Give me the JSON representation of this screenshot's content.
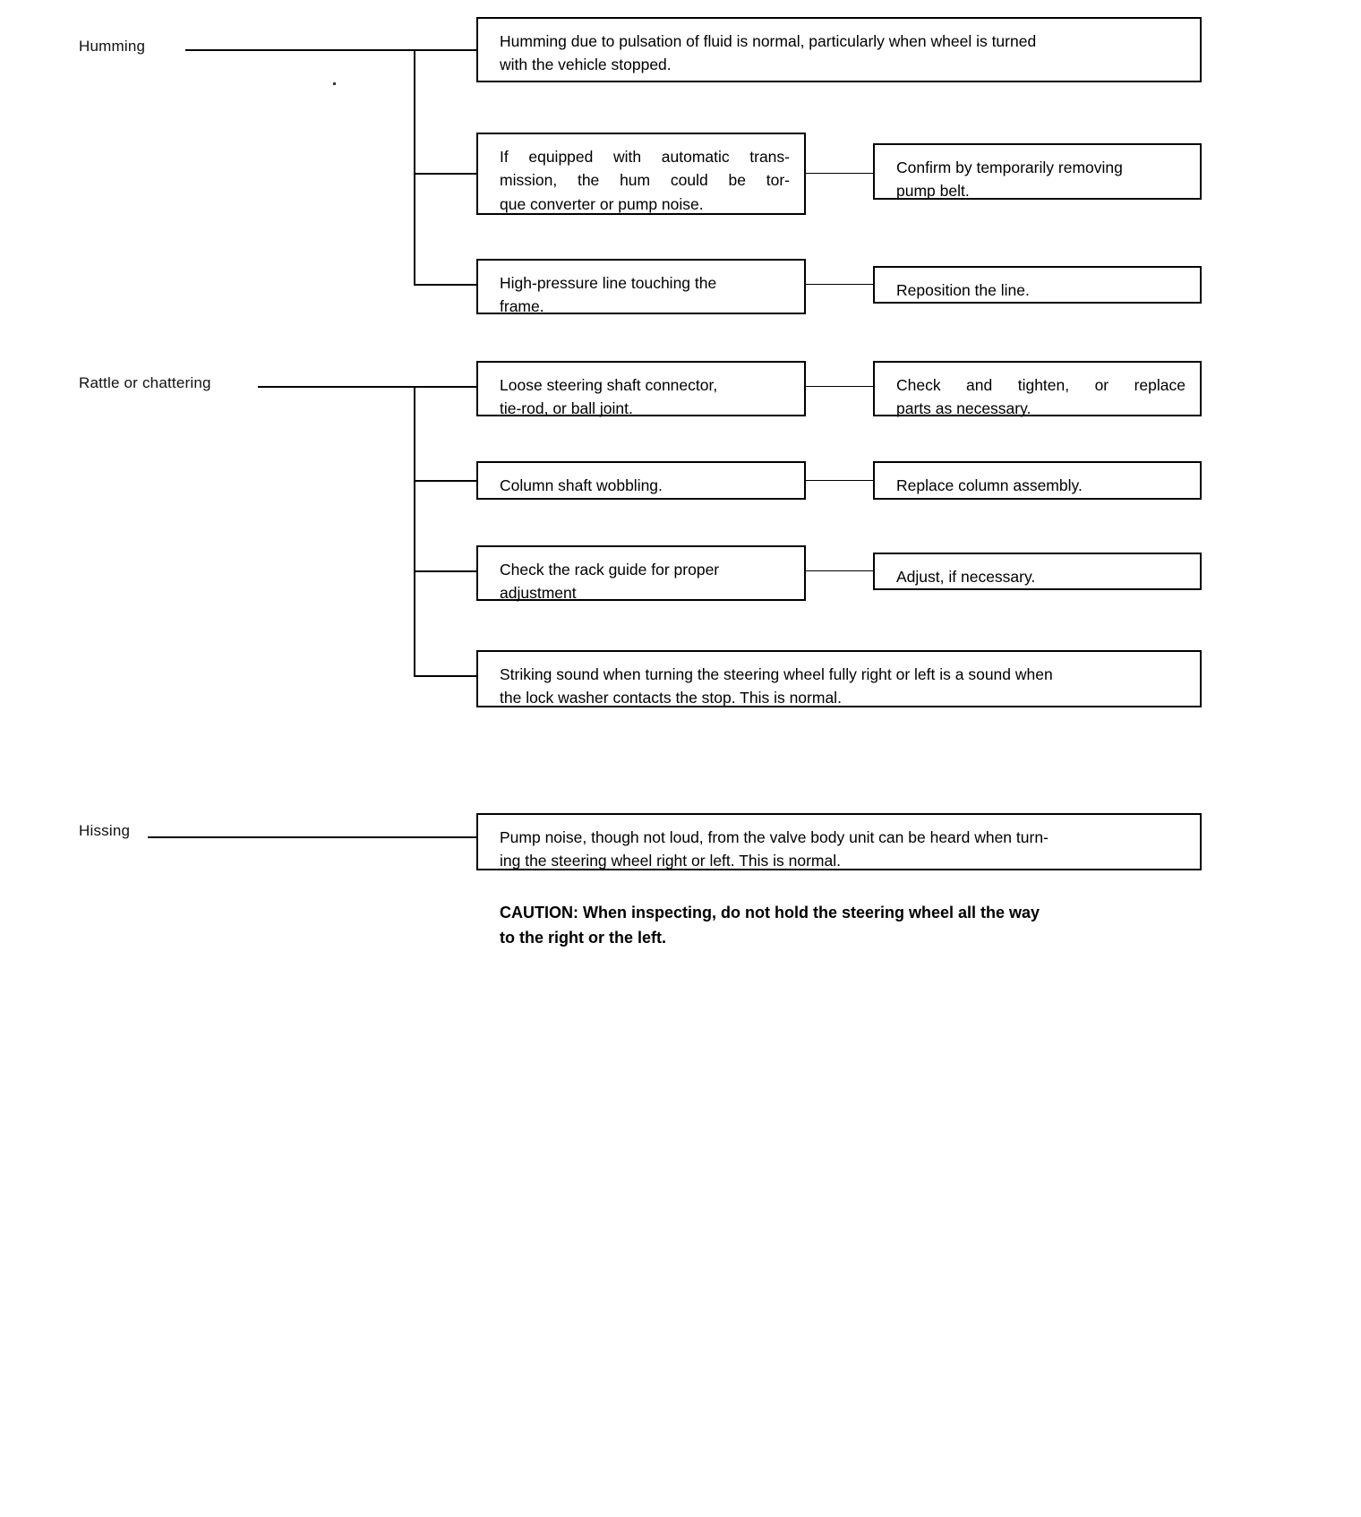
{
  "document": {
    "type": "troubleshooting-flowchart",
    "title": "Power Steering Noise Troubleshooting"
  },
  "symptoms": [
    {
      "id": "humming",
      "label": "Humming"
    },
    {
      "id": "rattle",
      "label": "Rattle or chattering"
    },
    {
      "id": "hissing",
      "label": "Hissing"
    }
  ],
  "branches": {
    "humming": [
      {
        "cause": {
          "line1": "Humming due to pulsation of fluid is normal, particularly when wheel is turned",
          "line2": "with the vehicle stopped."
        },
        "remedy": null
      },
      {
        "cause": {
          "line1": "If equipped with automatic trans-",
          "line2": "mission, the hum could be tor-",
          "line3": "que converter or pump noise."
        },
        "remedy": {
          "line1": "Confirm by temporarily removing",
          "line2": "pump belt."
        }
      },
      {
        "cause": {
          "line1": "High-pressure line touching the",
          "line2": "frame."
        },
        "remedy": {
          "line1": "Reposition the line."
        }
      }
    ],
    "rattle": [
      {
        "cause": {
          "line1": "Loose steering shaft connector,",
          "line2": "tie-rod, or ball joint."
        },
        "remedy": {
          "line1": "Check and tighten, or replace",
          "line2": "parts as necessary."
        }
      },
      {
        "cause": {
          "line1": "Column shaft wobbling."
        },
        "remedy": {
          "line1": "Replace column assembly."
        }
      },
      {
        "cause": {
          "line1": "Check the rack guide for proper",
          "line2": "adjustment"
        },
        "remedy": {
          "line1": "Adjust, if necessary."
        }
      },
      {
        "cause": {
          "line1": "Striking sound when turning the steering wheel fully right or left is a sound when",
          "line2": "the lock washer contacts the stop. This is normal."
        },
        "remedy": null
      }
    ],
    "hissing": [
      {
        "cause": {
          "line1": "Pump noise, though not loud, from the valve body unit can be heard when turn-",
          "line2": "ing the steering wheel right or left. This is normal."
        },
        "remedy": null
      }
    ]
  },
  "caution": {
    "line1": "CAUTION: When inspecting, do not hold the steering wheel all the way",
    "line2": "to the right or the left."
  },
  "colors": {
    "ink": "#000000",
    "paper": "#ffffff"
  }
}
